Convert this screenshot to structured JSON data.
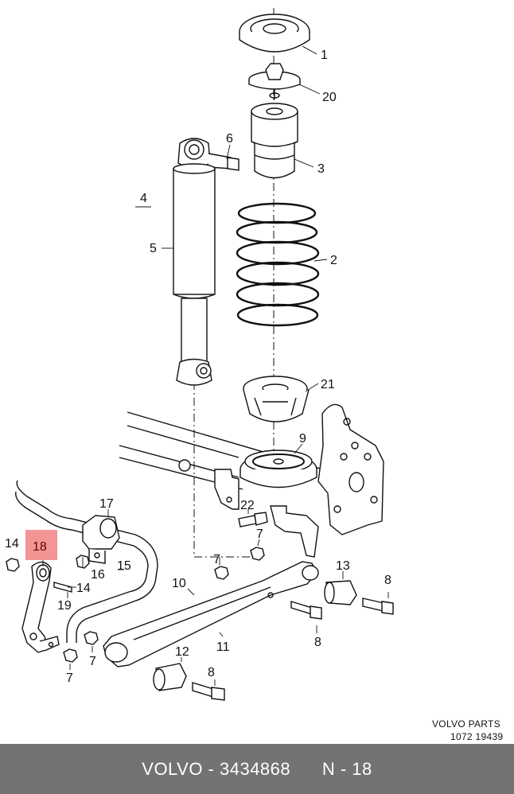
{
  "labels": {
    "l1": "1",
    "l20": "20",
    "l3": "3",
    "l6": "6",
    "l4": "4",
    "l5": "5",
    "l2": "2",
    "l21": "21",
    "l9": "9",
    "l17": "17",
    "l22": "22",
    "l14a": "14",
    "l18": "18",
    "l16": "16",
    "l15": "15",
    "l14b": "14",
    "l19": "19",
    "l7a": "7",
    "l7b": "7",
    "l10": "10",
    "l13": "13",
    "l8a": "8",
    "l8b": "8",
    "l11": "11",
    "l12": "12",
    "l8c": "8",
    "l7c": "7",
    "l7d": "7"
  },
  "highlight": {
    "label": "18",
    "color": "#f08a8a"
  },
  "stamp": {
    "line1": "VOLVO PARTS",
    "line2": "1072  19439"
  },
  "footer": {
    "text": "VOLVO - 3434868      N - 18",
    "background": "#737373"
  }
}
